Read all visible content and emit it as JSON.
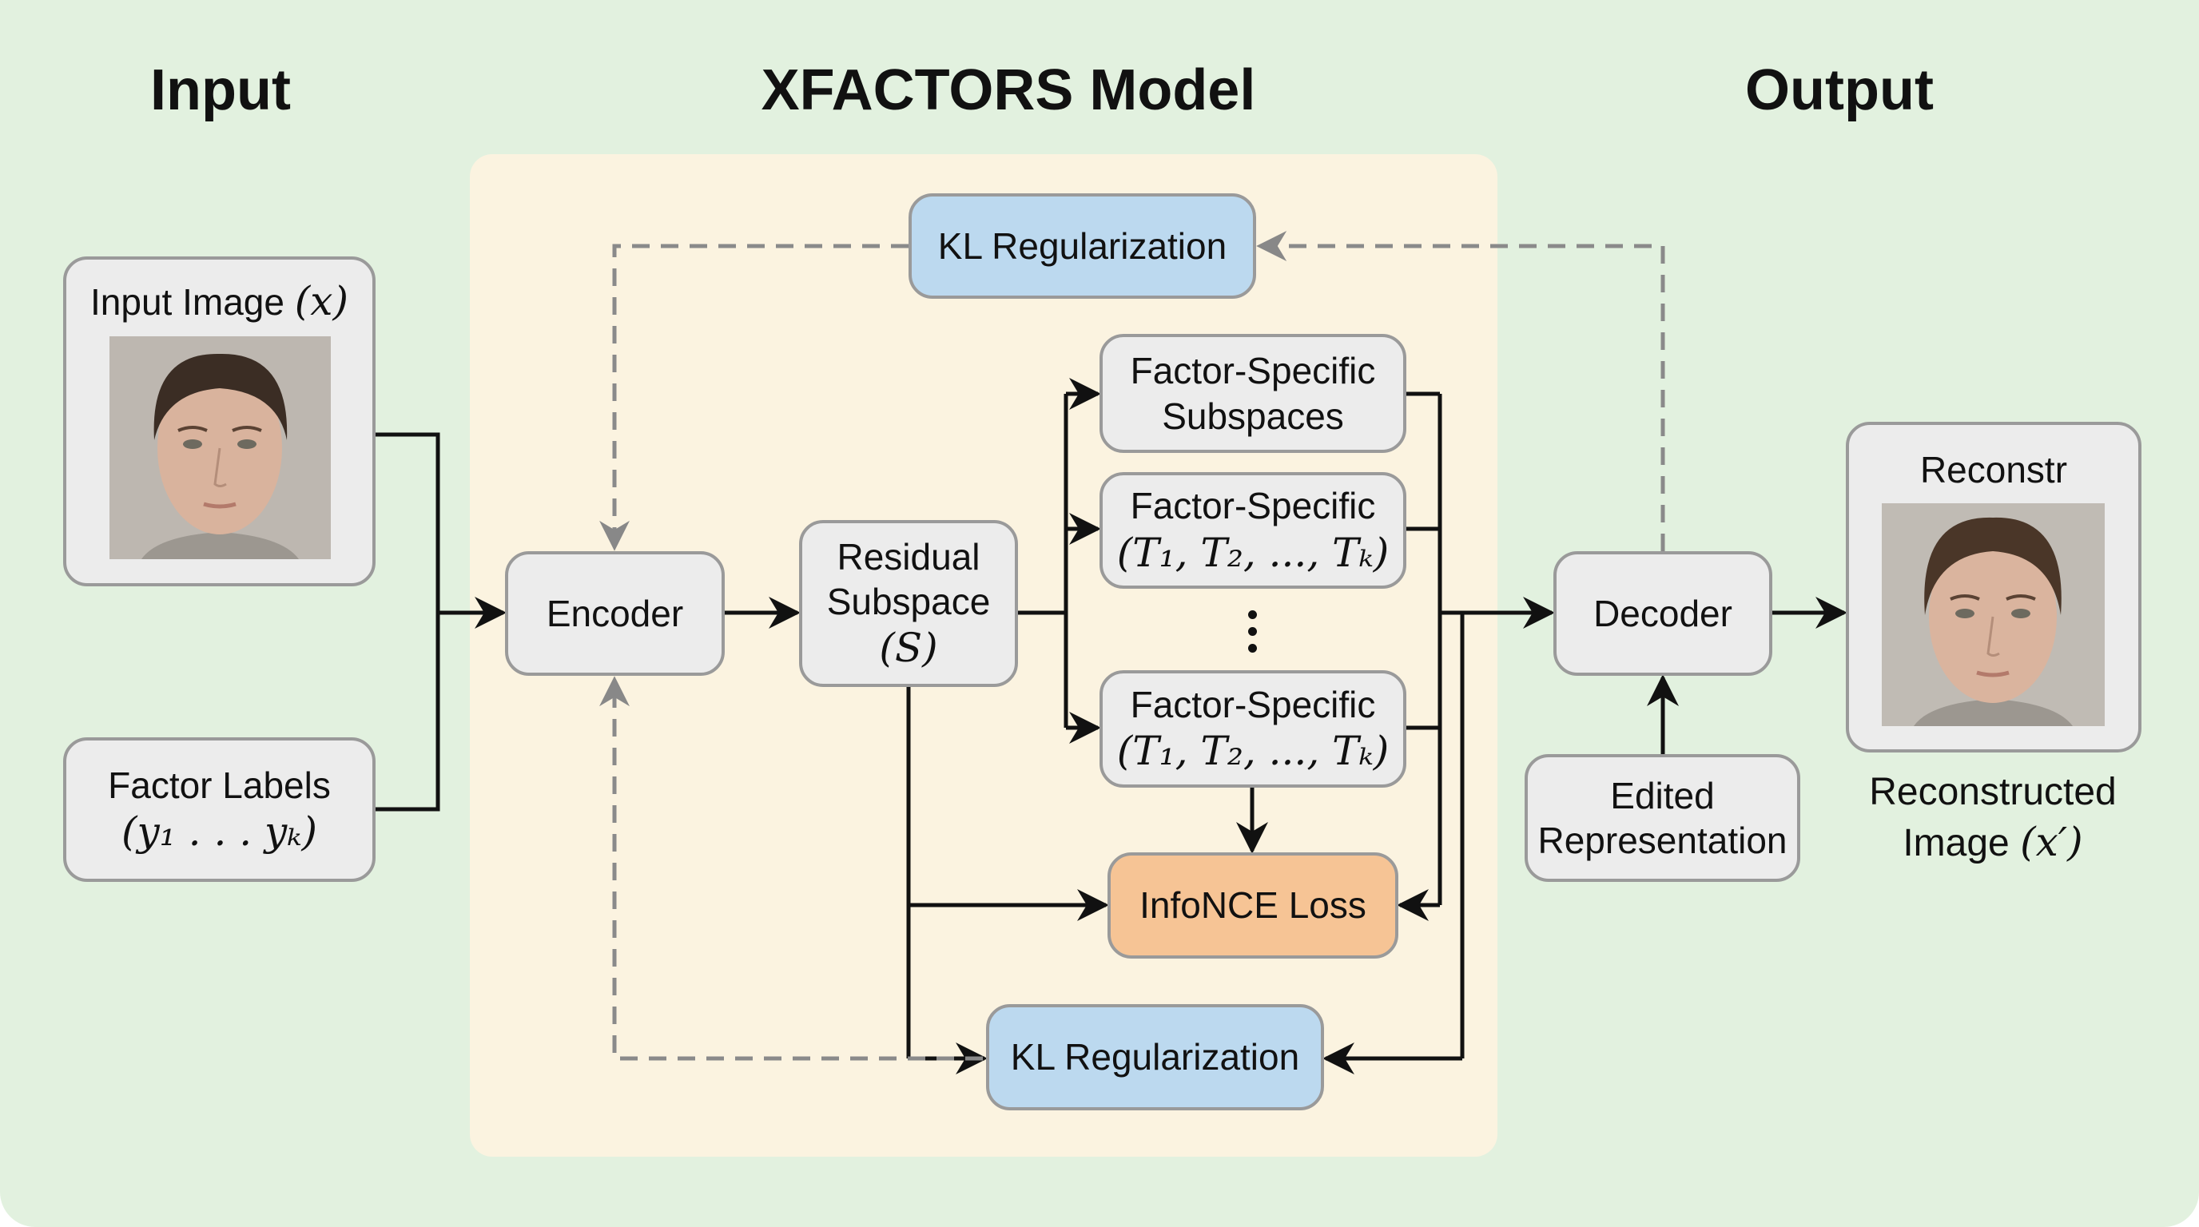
{
  "headings": {
    "input": "Input",
    "model": "XFACTORS Model",
    "output": "Output"
  },
  "input": {
    "image_box_label": "Input Image",
    "image_box_math": "(x)",
    "factor_labels_title": "Factor Labels",
    "factor_labels_math": "(y₁ . . . yₖ)"
  },
  "model": {
    "encoder": "Encoder",
    "residual": {
      "line1": "Residual",
      "line2": "Subspace",
      "math": "(S)"
    },
    "factor_specific": [
      {
        "line1": "Factor-Specific",
        "line2": "Subspaces",
        "is_math": false
      },
      {
        "line1": "Factor-Specific",
        "line2": "(T₁, T₂, ..., Tₖ)",
        "is_math": true
      },
      {
        "line1": "Factor-Specific",
        "line2": "(T₁, T₂, ..., Tₖ)",
        "is_math": true
      }
    ],
    "ellipsis": "vertical-ellipsis",
    "infonce": "InfoNCE Loss",
    "kl_top": "KL Regularization",
    "kl_bottom": "KL Regularization"
  },
  "output": {
    "decoder": "Decoder",
    "edited": {
      "line1": "Edited",
      "line2": "Representation"
    },
    "image_box_label": "Reconstr",
    "caption_line1": "Reconstructed",
    "caption_line2": "Image",
    "caption_math": "(x′)"
  },
  "colors": {
    "background": "#e2f1df",
    "panel": "#fbf3e0",
    "box": "#ececec",
    "kl_blue": "#bcd9ef",
    "infonce_orange": "#f6c495",
    "solid_line": "#111111",
    "dashed_line": "#8a8a8a"
  }
}
